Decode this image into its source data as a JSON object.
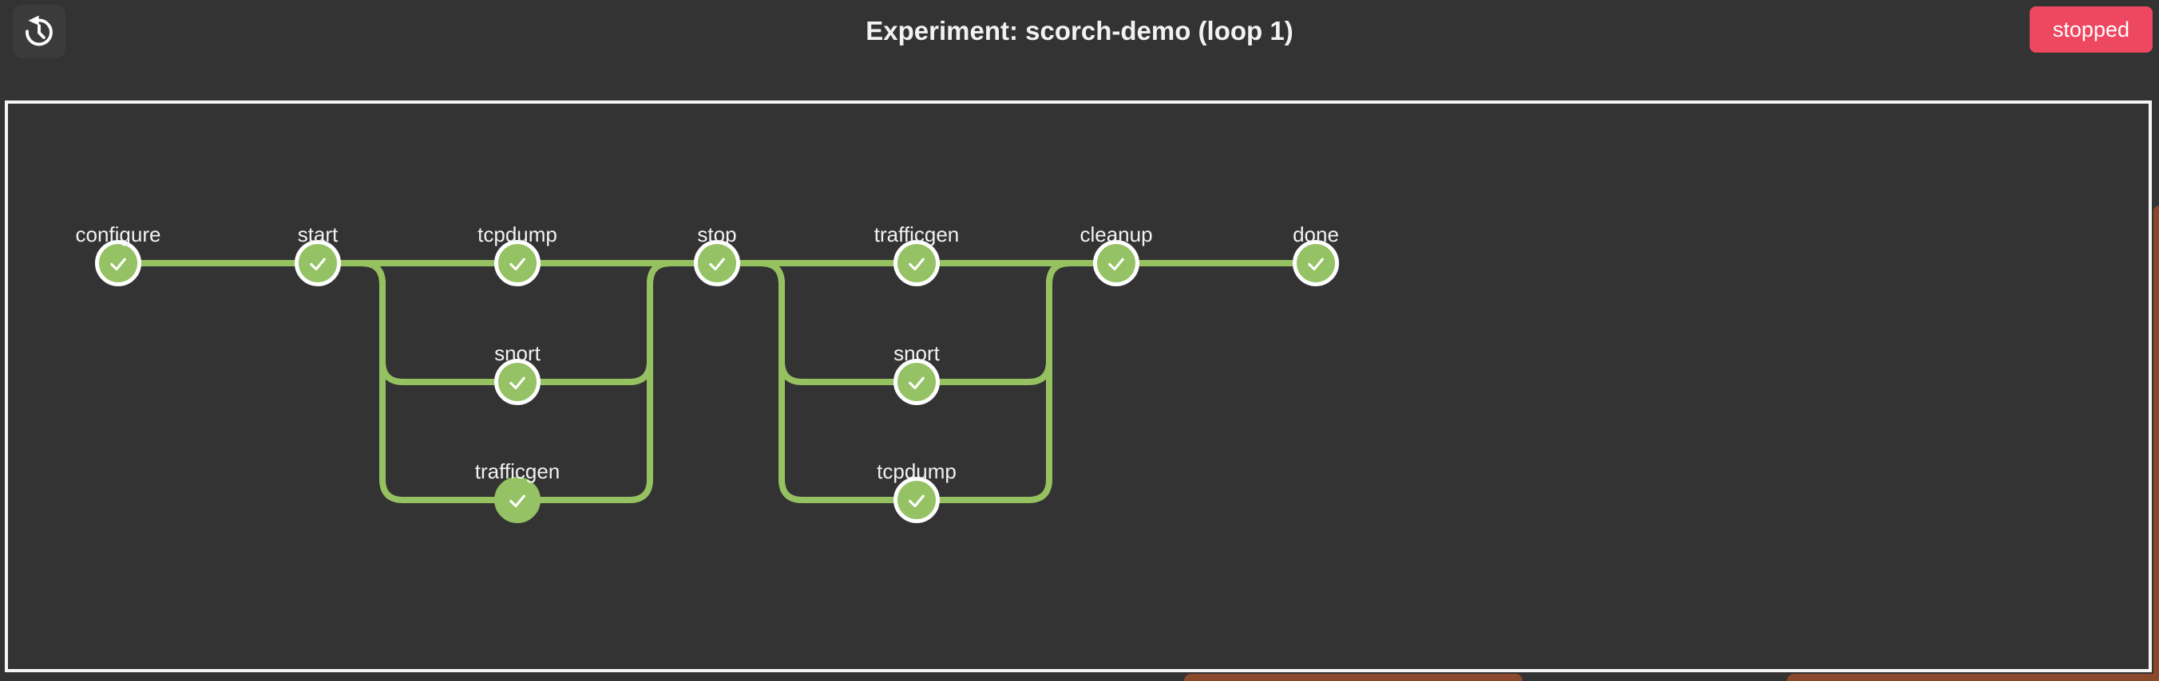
{
  "header": {
    "title": "Experiment: scorch-demo (loop 1)",
    "status_label": "stopped",
    "history_button_icon": "history-icon"
  },
  "colors": {
    "background": "#333333",
    "panel_border": "#f5f5f5",
    "stage_green": "#95c264",
    "line_green": "#96c161",
    "status_red": "#ee4760",
    "header_button_bg": "#3b3b3b",
    "peek_brown": "#8c482a",
    "text_light": "#f2f2f2"
  },
  "pipeline": {
    "main_stages": [
      "configure",
      "start",
      "tcpdump",
      "stop",
      "trafficgen",
      "cleanup",
      "done"
    ],
    "nodes": [
      {
        "id": "configure",
        "label": "configure",
        "col": 0,
        "row": 0,
        "status": "success",
        "ring": true
      },
      {
        "id": "start",
        "label": "start",
        "col": 1,
        "row": 0,
        "status": "success",
        "ring": true
      },
      {
        "id": "tcpdump-1",
        "label": "tcpdump",
        "col": 2,
        "row": 0,
        "status": "success",
        "ring": true
      },
      {
        "id": "snort-1",
        "label": "snort",
        "col": 2,
        "row": 1,
        "status": "success",
        "ring": true
      },
      {
        "id": "trafficgen-1",
        "label": "trafficgen",
        "col": 2,
        "row": 2,
        "status": "success",
        "ring": false
      },
      {
        "id": "stop",
        "label": "stop",
        "col": 3,
        "row": 0,
        "status": "success",
        "ring": true
      },
      {
        "id": "trafficgen-2",
        "label": "trafficgen",
        "col": 4,
        "row": 0,
        "status": "success",
        "ring": true
      },
      {
        "id": "snort-2",
        "label": "snort",
        "col": 4,
        "row": 1,
        "status": "success",
        "ring": true
      },
      {
        "id": "tcpdump-2",
        "label": "tcpdump",
        "col": 4,
        "row": 2,
        "status": "success",
        "ring": true
      },
      {
        "id": "cleanup",
        "label": "cleanup",
        "col": 5,
        "row": 0,
        "status": "success",
        "ring": true
      },
      {
        "id": "done",
        "label": "done",
        "col": 6,
        "row": 0,
        "status": "success",
        "ring": true
      }
    ],
    "main_span": {
      "from_col": 0,
      "to_col": 6
    },
    "branch_groups": [
      {
        "from_col": 1,
        "to_col": 3,
        "rows": [
          1,
          2
        ]
      },
      {
        "from_col": 3,
        "to_col": 5,
        "rows": [
          1,
          2
        ]
      }
    ],
    "node_status_icon": "check-icon"
  }
}
